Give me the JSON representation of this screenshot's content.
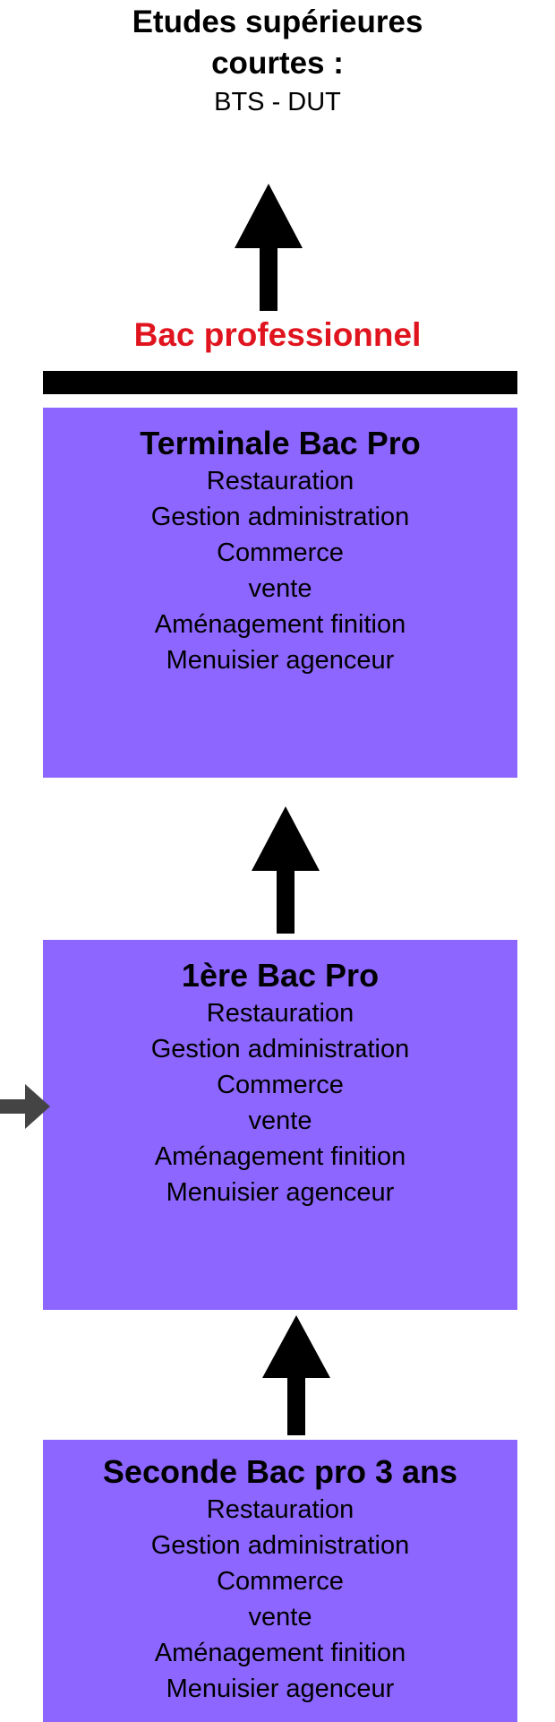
{
  "heading": {
    "title_line1": "Etudes supérieures",
    "title_line2": "courtes :",
    "subtitle": "BTS - DUT"
  },
  "bac_label": "Bac professionnel",
  "colors": {
    "box_fill": "#8c66ff",
    "bac_label": "#e0141e",
    "bar": "#000000",
    "arrow": "#000000",
    "side_arrow": "#444444"
  },
  "boxes": [
    {
      "title": "Terminale Bac Pro",
      "items": [
        "Restauration",
        "Gestion administration",
        "Commerce",
        "vente",
        "Aménagement finition",
        "Menuisier agenceur"
      ]
    },
    {
      "title": "1ère Bac Pro",
      "items": [
        "Restauration",
        "Gestion administration",
        "Commerce",
        "vente",
        "Aménagement finition",
        "Menuisier agenceur"
      ]
    },
    {
      "title": "Seconde Bac pro 3 ans",
      "items": [
        "Restauration",
        "Gestion administration",
        "Commerce",
        "vente",
        "Aménagement finition",
        "Menuisier agenceur"
      ]
    }
  ],
  "icons": {
    "up_arrow": "up-arrow-icon",
    "side_arrow": "right-arrow-icon"
  }
}
